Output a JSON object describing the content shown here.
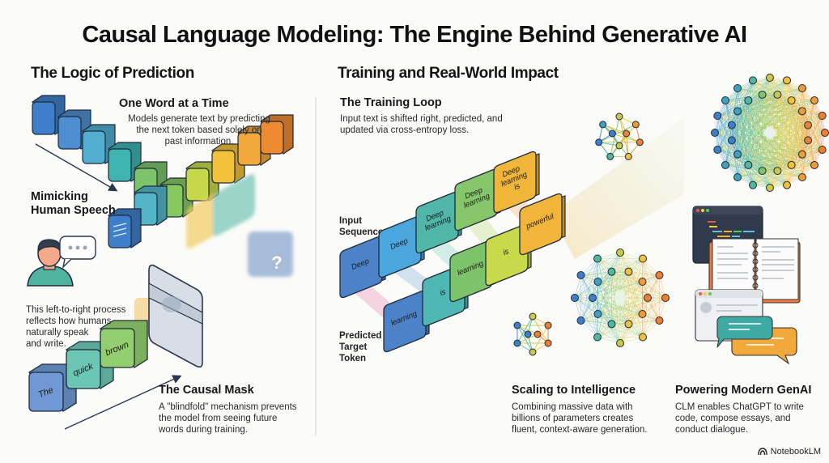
{
  "title": "Causal Language Modeling: The Engine Behind Generative AI",
  "left_section": {
    "heading": "The Logic of Prediction",
    "one_word": {
      "title": "One Word at a Time",
      "text_lines": [
        "Models generate text by predicting",
        "the next token based solely on",
        "past information."
      ]
    },
    "mimicking": {
      "title_lines": [
        "Mimicking",
        "Human Speech"
      ],
      "text_lines": [
        "This left-to-right process",
        "reflects how humans",
        "naturally speak",
        "and write."
      ]
    },
    "causal_mask": {
      "title": "The Causal Mask",
      "text_lines": [
        "A \"blindfold\" mechanism prevents",
        "the model from seeing future",
        "words during training."
      ]
    },
    "visible_tokens": [
      "The",
      "quick",
      "brown"
    ],
    "hidden_token_symbol": "?",
    "chat_bubble": "..."
  },
  "right_section": {
    "heading": "Training and Real-World Impact",
    "training_loop": {
      "title": "The Training Loop",
      "text_lines": [
        "Input text is shifted right, predicted, and",
        "updated via cross-entropy loss."
      ],
      "input_label_lines": [
        "Input",
        "Sequence"
      ],
      "target_label_lines": [
        "Predicted",
        "Target",
        "Token"
      ],
      "inputs": [
        [
          "Deep"
        ],
        [
          "Deep"
        ],
        [
          "Deep",
          "learning"
        ],
        [
          "Deep",
          "learning"
        ],
        [
          "Deep",
          "learning",
          "is"
        ]
      ],
      "targets": [
        "learning",
        "is",
        "learning",
        "is",
        "powerful"
      ]
    },
    "scaling": {
      "title": "Scaling to Intelligence",
      "text_lines": [
        "Combining massive data with",
        "billions of parameters creates",
        "fluent, context-aware generation."
      ]
    },
    "powering": {
      "title": "Powering Modern GenAI",
      "text_lines": [
        "CLM enables ChatGPT to write",
        "code, compose essays, and",
        "conduct dialogue."
      ]
    }
  },
  "brand": "NotebookLM",
  "colors": {
    "blue": "#3f7fc9",
    "teal": "#3fb3b0",
    "green": "#7cc36a",
    "lime": "#c6d84a",
    "yellow": "#f2c13a",
    "orange": "#ee8a32",
    "ink": "#1c2a3a"
  }
}
